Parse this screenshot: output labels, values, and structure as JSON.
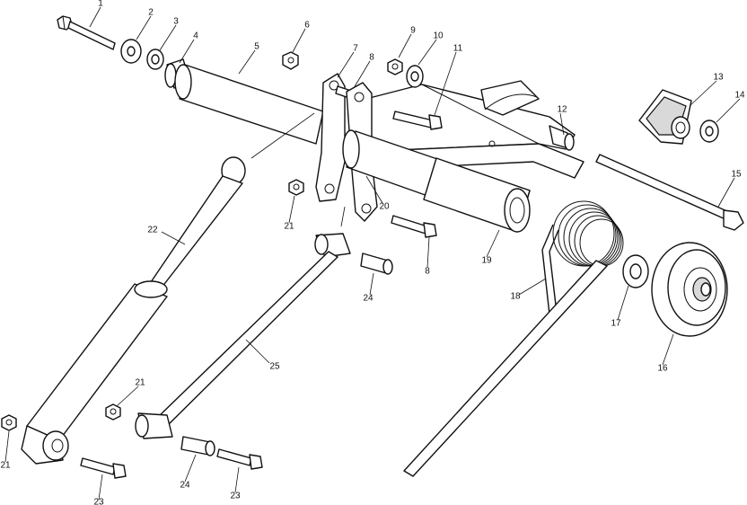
{
  "diagram": {
    "callouts": [
      {
        "id": "c1",
        "text": "1"
      },
      {
        "id": "c2",
        "text": "2"
      },
      {
        "id": "c3",
        "text": "3"
      },
      {
        "id": "c4",
        "text": "4"
      },
      {
        "id": "c5",
        "text": "5"
      },
      {
        "id": "c6",
        "text": "6"
      },
      {
        "id": "c7",
        "text": "7"
      },
      {
        "id": "c8a",
        "text": "8"
      },
      {
        "id": "c9",
        "text": "9"
      },
      {
        "id": "c10",
        "text": "10"
      },
      {
        "id": "c11",
        "text": "11"
      },
      {
        "id": "c12",
        "text": "12"
      },
      {
        "id": "c13",
        "text": "13"
      },
      {
        "id": "c14",
        "text": "14"
      },
      {
        "id": "c15",
        "text": "15"
      },
      {
        "id": "c16",
        "text": "16"
      },
      {
        "id": "c17",
        "text": "17"
      },
      {
        "id": "c18",
        "text": "18"
      },
      {
        "id": "c19",
        "text": "19"
      },
      {
        "id": "c20",
        "text": "20"
      },
      {
        "id": "c21a",
        "text": "21"
      },
      {
        "id": "c22",
        "text": "22"
      },
      {
        "id": "c8b",
        "text": "8"
      },
      {
        "id": "c24a",
        "text": "24"
      },
      {
        "id": "c25",
        "text": "25"
      },
      {
        "id": "c21b",
        "text": "21"
      },
      {
        "id": "c21c",
        "text": "21"
      },
      {
        "id": "c23a",
        "text": "23"
      },
      {
        "id": "c24b",
        "text": "24"
      },
      {
        "id": "c23b",
        "text": "23"
      }
    ]
  }
}
